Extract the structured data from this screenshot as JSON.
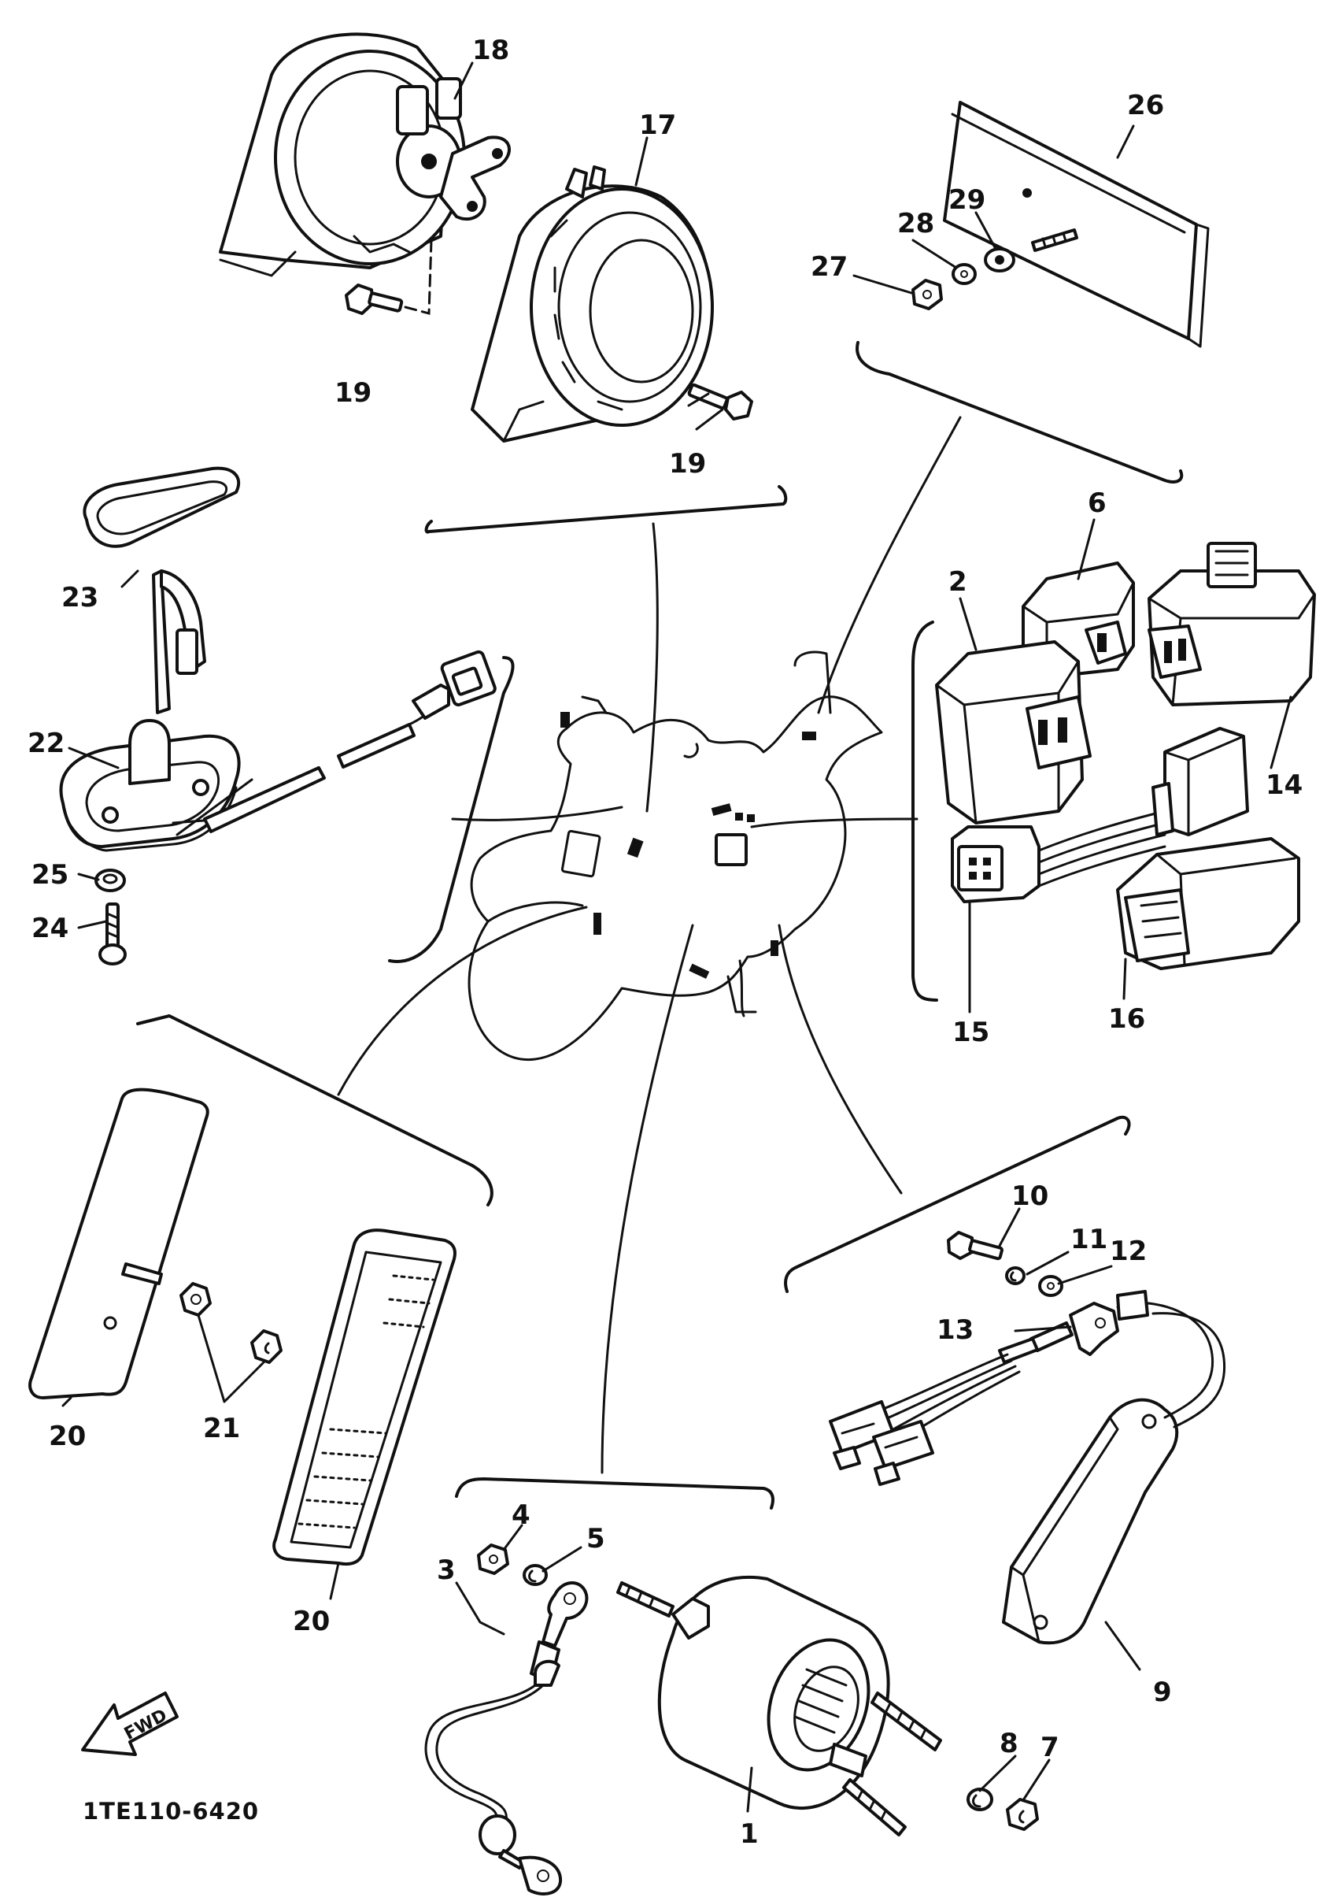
{
  "diagram_code": "1TE110-6420",
  "fwd_label": "FWD",
  "callouts": {
    "c1": "1",
    "c2": "2",
    "c3": "3",
    "c4": "4",
    "c5": "5",
    "c6": "6",
    "c7": "7",
    "c8": "8",
    "c9": "9",
    "c10": "10",
    "c11": "11",
    "c12": "12",
    "c13": "13",
    "c14": "14",
    "c15": "15",
    "c16": "16",
    "c17": "17",
    "c18": "18",
    "c19a": "19",
    "c19b": "19",
    "c20a": "20",
    "c20b": "20",
    "c21": "21",
    "c22": "22",
    "c23": "23",
    "c24": "24",
    "c25": "25",
    "c26": "26",
    "c27": "27",
    "c28": "28",
    "c29": "29"
  }
}
